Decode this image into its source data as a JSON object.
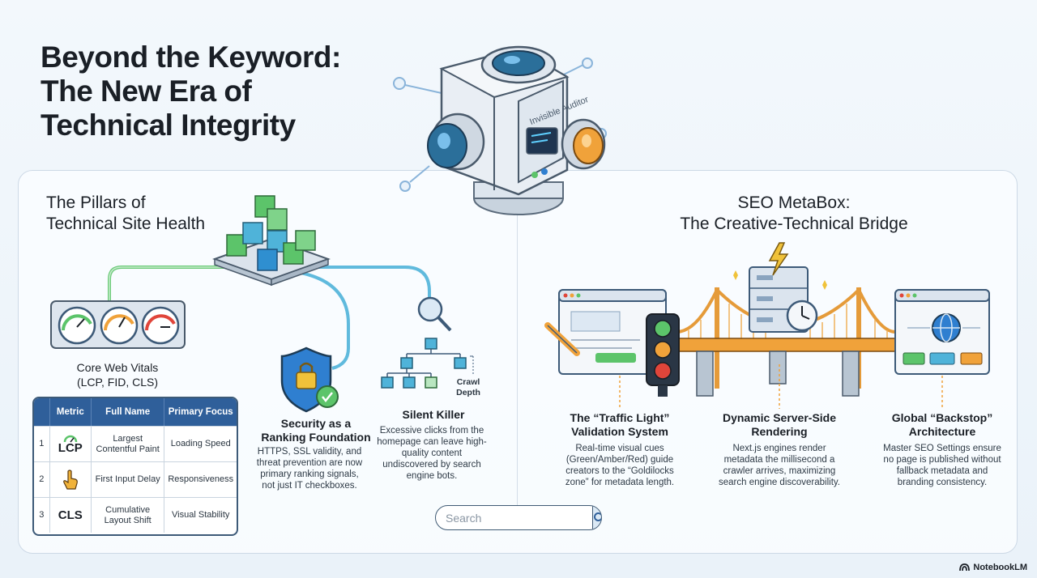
{
  "title": "Beyond the Keyword: The New Era of Technical Integrity",
  "auditor_label": "Invisible Auditor",
  "left": {
    "heading_line1": "The Pillars of",
    "heading_line2": "Technical Site Health",
    "cwv_title": "Core Web Vitals",
    "cwv_subtitle": "(LCP, FID, CLS)",
    "security_title_line1": "Security as a",
    "security_title_line2": "Ranking Foundation",
    "security_desc": "HTTPS, SSL validity, and threat prevention are now primary ranking signals, not just IT checkboxes.",
    "silent_title": "Silent Killer",
    "silent_desc": "Excessive clicks from the homepage can leave high-quality content undiscovered by search engine bots.",
    "crawl_label_line1": "Crawl",
    "crawl_label_line2": "Depth"
  },
  "table": {
    "headers": [
      "Metric",
      "Full Name",
      "Primary Focus"
    ],
    "rows": [
      {
        "num": "1",
        "metric": "LCP",
        "full_name": "Largest Contentful Paint",
        "focus": "Loading Speed"
      },
      {
        "num": "2",
        "metric": "",
        "full_name": "First Input Delay",
        "focus": "Responsiveness"
      },
      {
        "num": "3",
        "metric": "CLS",
        "full_name": "Cumulative Layout Shift",
        "focus": "Visual Stability"
      }
    ]
  },
  "right": {
    "heading_line1": "SEO MetaBox:",
    "heading_line2": "The Creative-Technical Bridge",
    "traffic_title_line1": "The “Traffic Light”",
    "traffic_title_line2": "Validation System",
    "traffic_desc": "Real-time visual cues (Green/Amber/Red) guide creators to the “Goldilocks zone” for metadata length.",
    "ssr_title_line1": "Dynamic Server-Side",
    "ssr_title_line2": "Rendering",
    "ssr_desc": "Next.js engines render metadata the millisecond a crawler arrives, maximizing search engine discoverability.",
    "backstop_title_line1": "Global “Backstop”",
    "backstop_title_line2": "Architecture",
    "backstop_desc": "Master SEO Settings ensure no page is published without fallback metadata and branding consistency."
  },
  "search": {
    "placeholder": "Search"
  },
  "brand": "NotebookLM",
  "colors": {
    "blue": "#2f5f9a",
    "green": "#5cc46a",
    "amber": "#f0a23a",
    "red": "#e0453a"
  }
}
